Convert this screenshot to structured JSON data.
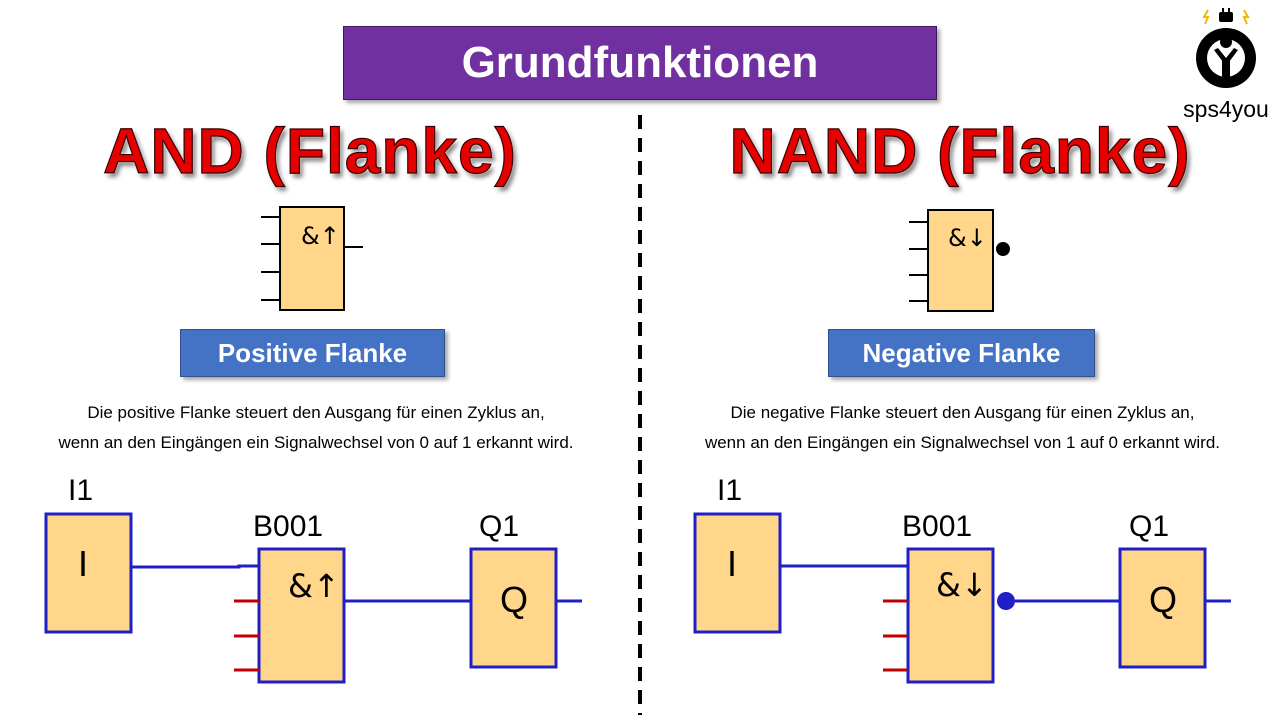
{
  "title": "Grundfunktionen",
  "logo": {
    "text": "sps4you"
  },
  "left": {
    "heading": "AND (Flanke)",
    "symbol_label": "&↑",
    "flank_label": "Positive Flanke",
    "description": [
      "Die positive Flanke steuert den Ausgang für einen Zyklus an,",
      "wenn an den Eingängen ein Signalwechsel von 0 auf 1 erkannt wird."
    ],
    "diagram": {
      "input_name": "I1",
      "input_symbol": "I",
      "block_name": "B001",
      "block_symbol": "&↑",
      "output_name": "Q1",
      "output_symbol": "Q"
    }
  },
  "right": {
    "heading": "NAND (Flanke)",
    "symbol_label": "&↓",
    "flank_label": "Negative Flanke",
    "description": [
      "Die negative Flanke steuert den Ausgang für einen Zyklus an,",
      "wenn an den Eingängen ein Signalwechsel von 1 auf 0 erkannt wird."
    ],
    "diagram": {
      "input_name": "I1",
      "input_symbol": "I",
      "block_name": "B001",
      "block_symbol": "&↓",
      "output_name": "Q1",
      "output_symbol": "Q"
    }
  },
  "colors": {
    "title_bg": "#7030a0",
    "heading_red": "#e60000",
    "label_blue": "#4472c4",
    "block_fill": "#ffd68a",
    "block_border_blue": "#1f1fc8",
    "wire_blue": "#1f1fc8",
    "unused_input_red": "#c00000"
  }
}
